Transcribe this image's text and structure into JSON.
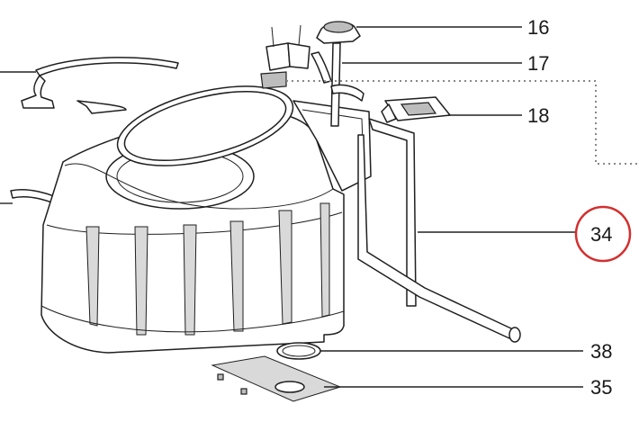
{
  "diagram": {
    "callouts": [
      {
        "id": "c16",
        "label": "16"
      },
      {
        "id": "c17",
        "label": "17"
      },
      {
        "id": "c18",
        "label": "18"
      },
      {
        "id": "c34",
        "label": "34",
        "highlighted": true
      },
      {
        "id": "c38",
        "label": "38"
      },
      {
        "id": "c35",
        "label": "35"
      }
    ],
    "highlight_color": "#d32f2f"
  }
}
